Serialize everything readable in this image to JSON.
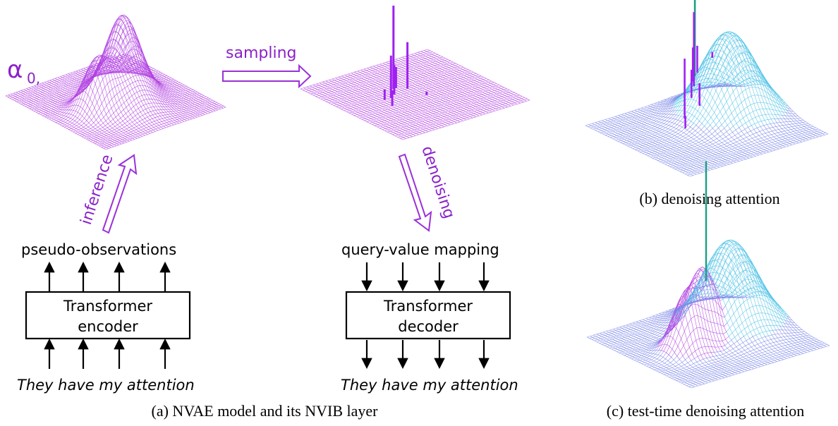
{
  "colors": {
    "purple": "#a020f0",
    "purple_mesh": "#b040e0",
    "cyan_mesh": "#4cc2e6",
    "blue_mesh": "#7a86e8",
    "teal_spike": "#1a9e86",
    "black": "#000000"
  },
  "panel_a": {
    "alpha_label": "α",
    "alpha_subscript": "0,",
    "sampling_label": "sampling",
    "inference_label": "inference",
    "denoising_label": "denoising",
    "encoder": {
      "top_label": "pseudo-observations",
      "box_line1": "Transformer",
      "box_line2": "encoder",
      "bottom_sentence": "They have my attention"
    },
    "decoder": {
      "top_label": "query-value mapping",
      "box_line1": "Transformer",
      "box_line2": "decoder",
      "bottom_sentence": "They have my attention"
    },
    "caption": "(a) NVAE model and its NVIB layer"
  },
  "panel_b": {
    "caption": "(b) denoising attention"
  },
  "panel_c": {
    "caption": "(c) test-time denoising attention"
  }
}
